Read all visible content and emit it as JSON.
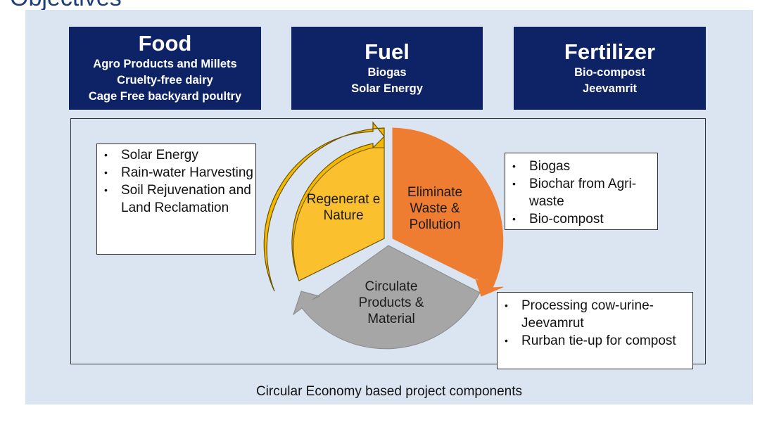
{
  "page_title_fragment": "Objectives",
  "headers": [
    {
      "title": "Food",
      "lines": [
        "Agro Products and Millets",
        "Cruelty-free dairy",
        "Cage Free backyard poultry"
      ]
    },
    {
      "title": "Fuel",
      "lines": [
        "Biogas",
        "Solar Energy"
      ]
    },
    {
      "title": "Fertilizer",
      "lines": [
        "Bio-compost",
        "Jeevamrit"
      ]
    }
  ],
  "left_list": [
    "Solar Energy",
    "Rain-water Harvesting",
    "Soil Rejuvenation and Land Reclamation"
  ],
  "right_top_list": [
    "Biogas",
    "Biochar from Agri-waste",
    "Bio-compost"
  ],
  "right_bottom_list": [
    "Processing cow-urine- Jeevamrut",
    "Rurban tie-up for compost"
  ],
  "segments": {
    "regenerate": "Regenerat e Nature",
    "eliminate": "Eliminate Waste & Pollution",
    "circulate": "Circulate Products & Material"
  },
  "colors": {
    "header_bg": "#0d2366",
    "slide_bg": "#dbe5f1",
    "regenerate": "#f5b800",
    "eliminate": "#ee7d31",
    "circulate": "#a6a6a6"
  },
  "caption": "Circular Economy based project components"
}
